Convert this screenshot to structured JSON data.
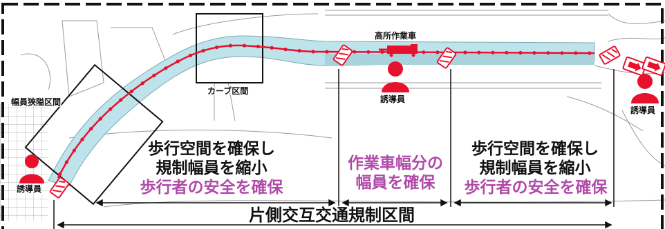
{
  "labels": {
    "narrow_section": "幅員狭隘区間",
    "curve_section": "カーブ区間",
    "aerial_work_vehicle": "高所作業車",
    "guide_left": "誘導員",
    "guide_center": "誘導員",
    "guide_right": "誘導員"
  },
  "sections": {
    "left": {
      "line1": "歩行空間を確保し",
      "line2": "規制幅員を縮小",
      "line3": "歩行者の安全を確保"
    },
    "center": {
      "line1": "作業車幅分の",
      "line2": "幅員を確保"
    },
    "right": {
      "line1": "歩行空間を確保し",
      "line2": "規制幅員を縮小",
      "line3": "歩行者の安全を確保"
    }
  },
  "footer_title": "片側交互交通規制区間",
  "colors": {
    "regulation_line": "#e8112d",
    "person": "#e8112d",
    "road_fill": "#bfe3ea",
    "purple_text": "#b04aa8",
    "map_line": "#9a9a9a",
    "frame": "#111111"
  },
  "icons": {
    "person": "person-icon",
    "barrier": "barrier-icon",
    "vehicle": "truck-icon",
    "arrow": "arrow-icon"
  }
}
